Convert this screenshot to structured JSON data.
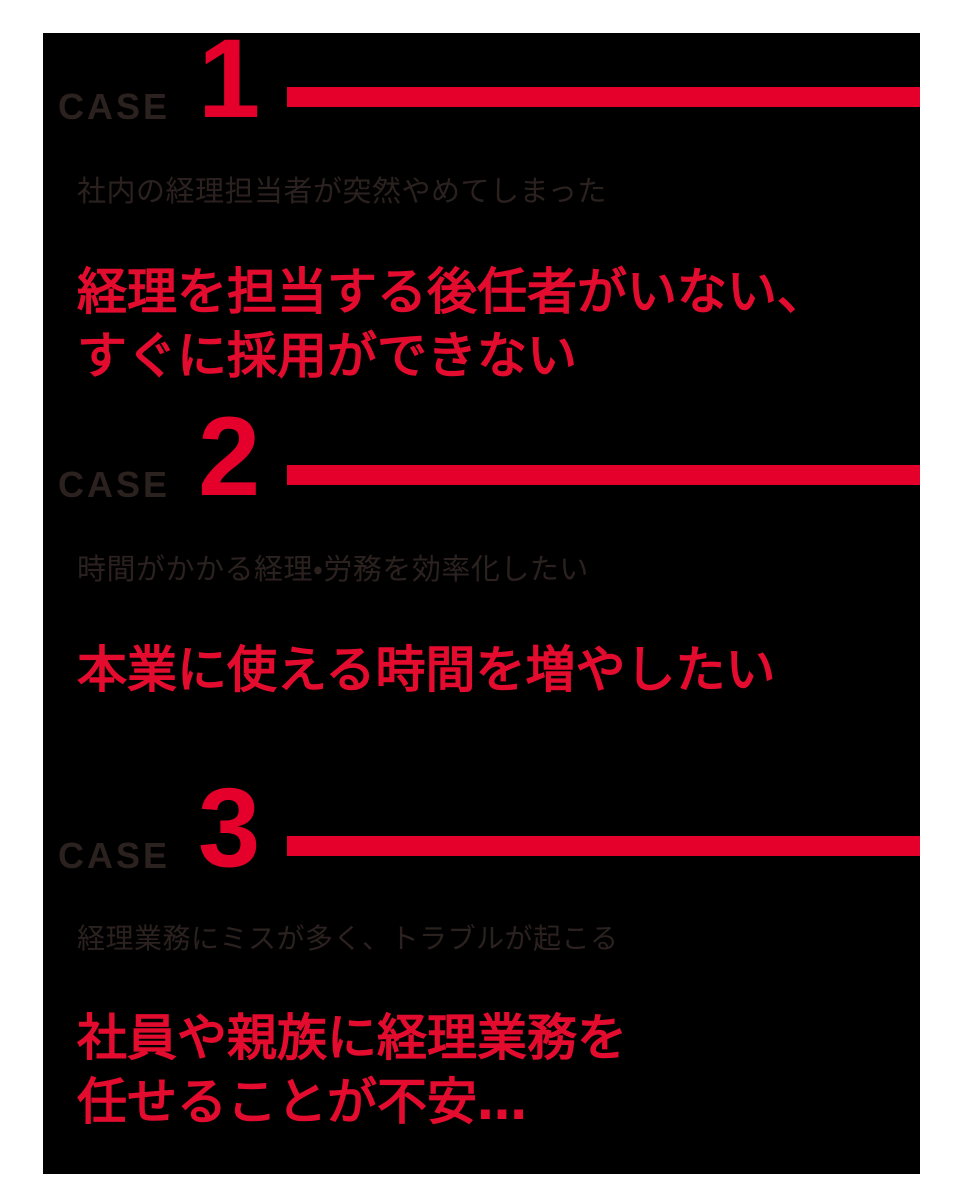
{
  "theme": {
    "background": "#ffffff",
    "panel_background": "#000000",
    "accent_red": "#e4002b",
    "headline_red": "#e30c2e",
    "muted_text": "#2b2220"
  },
  "cases": [
    {
      "label": "CASE",
      "number": "1",
      "subtitle": "社内の経理担当者が突然やめてしまった",
      "headline": "経理を担当する後任者がいない、\nすぐに採用ができない"
    },
    {
      "label": "CASE",
      "number": "2",
      "subtitle": "時間がかかる経理・労務を効率化したい",
      "headline": "本業に使える時間を増やしたい"
    },
    {
      "label": "CASE",
      "number": "3",
      "subtitle": "経理業務にミスが多く、トラブルが起こる",
      "headline": "社員や親族に経理業務を\n任せることが不安…"
    }
  ]
}
